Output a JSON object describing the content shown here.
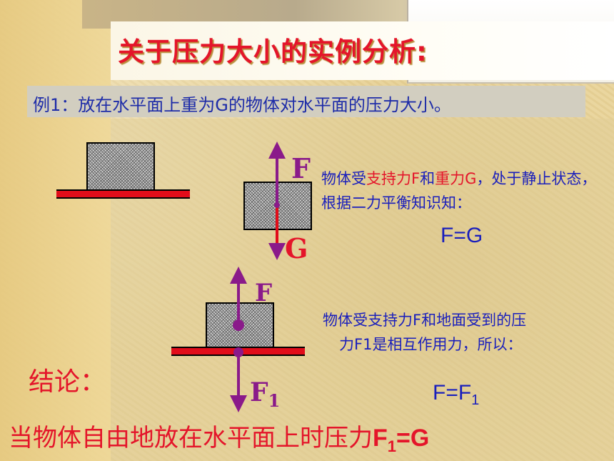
{
  "title": "关于压力大小的实例分析:",
  "example": "例1：放在水平面上重为G的物体对水平面的压力大小。",
  "diagram1": {
    "force_up": "F",
    "force_down": "G"
  },
  "description1": {
    "part1": "物体受",
    "support_force": "支持力F",
    "part2": "和",
    "gravity": "重力G",
    "part3": "，处于静止状态，根据二力平衡知识知：",
    "equation": "F=G"
  },
  "diagram2": {
    "force_up": "F",
    "force_down": "F",
    "force_down_sub": "1"
  },
  "description2": {
    "line1": "物体受支持力F和地面受到的压",
    "line2": "力F1是相互作用力，所以：",
    "equation_main": "F=F",
    "equation_sub": "1"
  },
  "conclusion": {
    "label": "结论：",
    "text": "当物体自由地放在水平面上时压力",
    "formula_main": "F",
    "formula_sub": "1",
    "formula_tail": "=G"
  },
  "colors": {
    "title": "#e4152a",
    "text_blue": "#1a1fbc",
    "floor": "#e10d1a",
    "arrow": "#8a1a8a"
  }
}
